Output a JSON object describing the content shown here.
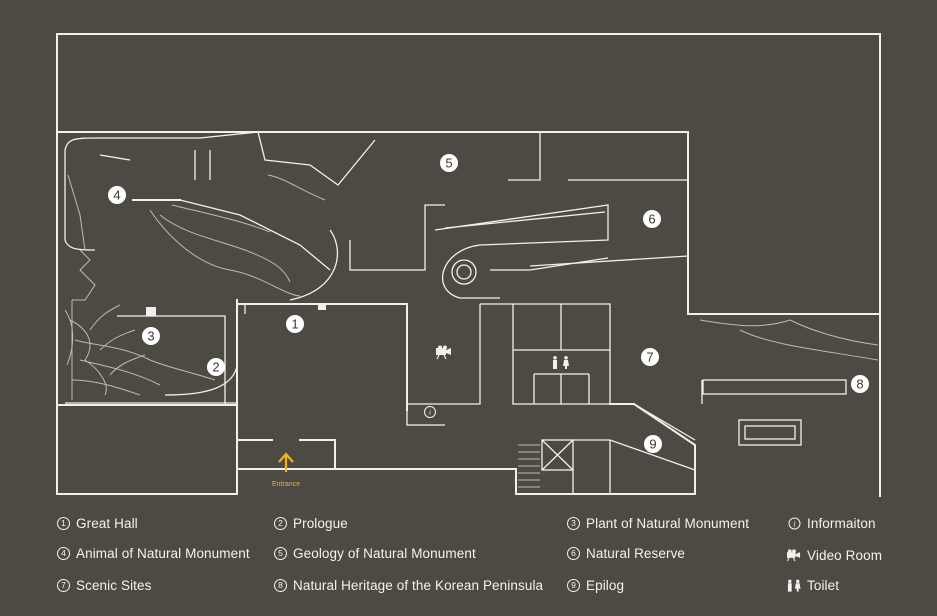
{
  "map": {
    "entrance_label": "Entrance",
    "accent_color": "#f4b21b",
    "background_color": "#4d4a44",
    "line_color": "#f2f0ec"
  },
  "zones": [
    {
      "number": "1",
      "name": "Great Hall"
    },
    {
      "number": "2",
      "name": "Prologue"
    },
    {
      "number": "3",
      "name": "Plant of Natural Monument"
    },
    {
      "number": "4",
      "name": "Animal of Natural Monument"
    },
    {
      "number": "5",
      "name": "Geology of Natural Monument"
    },
    {
      "number": "6",
      "name": "Natural Reserve"
    },
    {
      "number": "7",
      "name": "Scenic Sites"
    },
    {
      "number": "8",
      "name": "Natural Heritage of the Korean Peninsula"
    },
    {
      "number": "9",
      "name": "Epilog"
    }
  ],
  "facilities": [
    {
      "icon": "info-icon",
      "name": "Informaiton"
    },
    {
      "icon": "video-camera-icon",
      "name": "Video Room"
    },
    {
      "icon": "toilet-icon",
      "name": "Toilet"
    }
  ]
}
